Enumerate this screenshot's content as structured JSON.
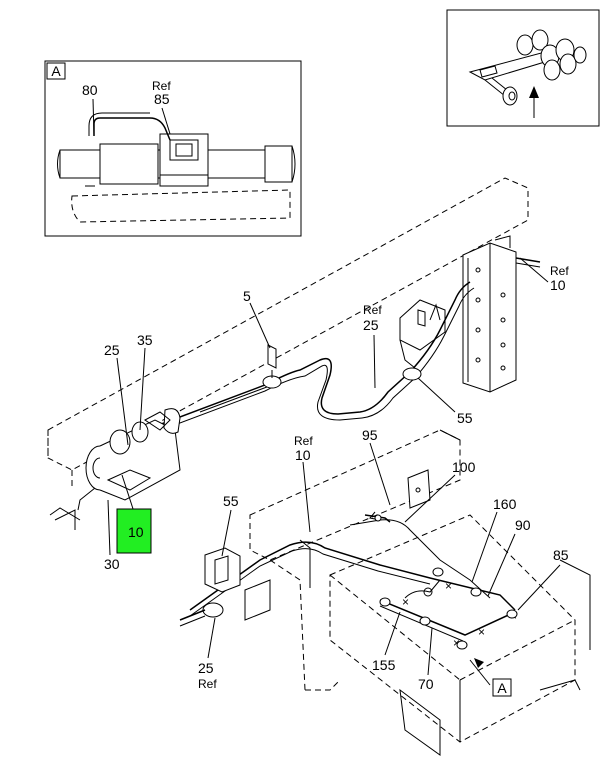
{
  "inset_a": {
    "view_letter": "A",
    "callouts": [
      {
        "id": "80",
        "text": "80"
      },
      {
        "id": "ref85-ref",
        "text": "Ref"
      },
      {
        "id": "ref85",
        "text": "85"
      }
    ]
  },
  "view_arrow_letter": "A",
  "callouts": {
    "c5": "5",
    "c35": "35",
    "c25_left": "25",
    "c10_highlight": "10",
    "c30": "30",
    "ref25_ref": "Ref",
    "ref25_num": "25",
    "c55_top": "55",
    "ref10_right_ref": "Ref",
    "ref10_right_num": "10",
    "ref10_mid_ref": "Ref",
    "ref10_mid_num": "10",
    "c95": "95",
    "c100": "100",
    "c55_left": "55",
    "c160": "160",
    "c90": "90",
    "c85": "85",
    "c25ref_bottom_num": "25",
    "c25ref_bottom_ref": "Ref",
    "c155": "155",
    "c70": "70"
  },
  "colors": {
    "highlight": "#22ee22",
    "line": "#000000",
    "background": "#ffffff"
  }
}
